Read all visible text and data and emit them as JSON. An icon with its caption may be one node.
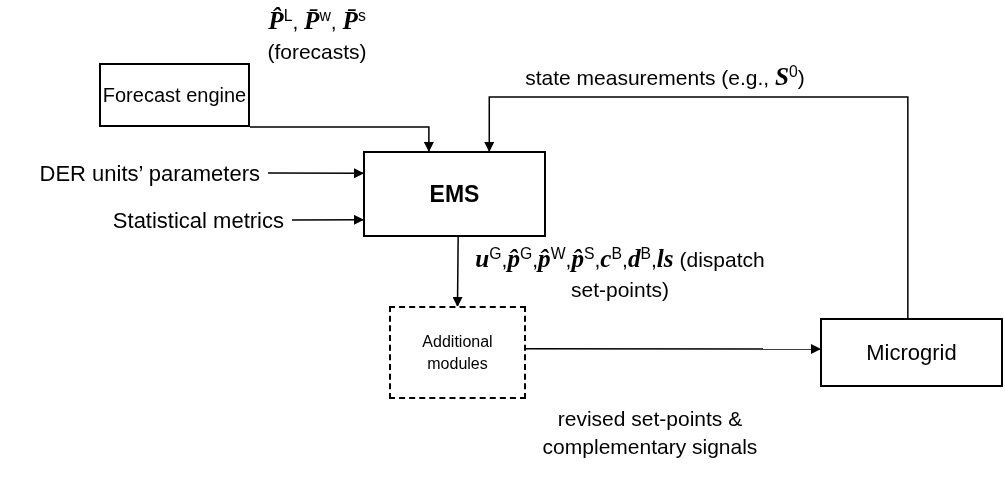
{
  "diagram": {
    "nodes": [
      {
        "text": [
          "Forecast engine"
        ]
      },
      {
        "text": [
          "EMS"
        ]
      },
      {
        "text": [
          "DER units’ parameters"
        ]
      },
      {
        "text": [
          "Statistical metrics"
        ]
      },
      {
        "text": [
          "Additional modules"
        ]
      },
      {
        "text": [
          "Microgrid"
        ]
      }
    ],
    "edges": [
      {
        "from": 0,
        "to": 1,
        "arrow": "to",
        "label": "**P̂**$^{L}$, **P̄**$^{w}$, **P̄**$^{s}$ (forecasts)"
      },
      {
        "from": 5,
        "to": 1,
        "arrow": "to",
        "label": "state measurements (e.g., **S**$^{0}$)"
      },
      {
        "from": 2,
        "to": 1,
        "arrow": "to"
      },
      {
        "from": 3,
        "to": 1,
        "arrow": "to"
      },
      {
        "from": 1,
        "to": 4,
        "arrow": "to",
        "label": "**u**$^{G}$,**p̂**$^{G}$,**p̂**$^{W}$,**p̂**$^{S}$,**c**$^{B}$,**d**$^{B}$,**ls** (dispatch set-points)"
      },
      {
        "from": 4,
        "to": 5,
        "arrow": "to",
        "label": "revised set-points & complementary signals"
      }
    ]
  }
}
